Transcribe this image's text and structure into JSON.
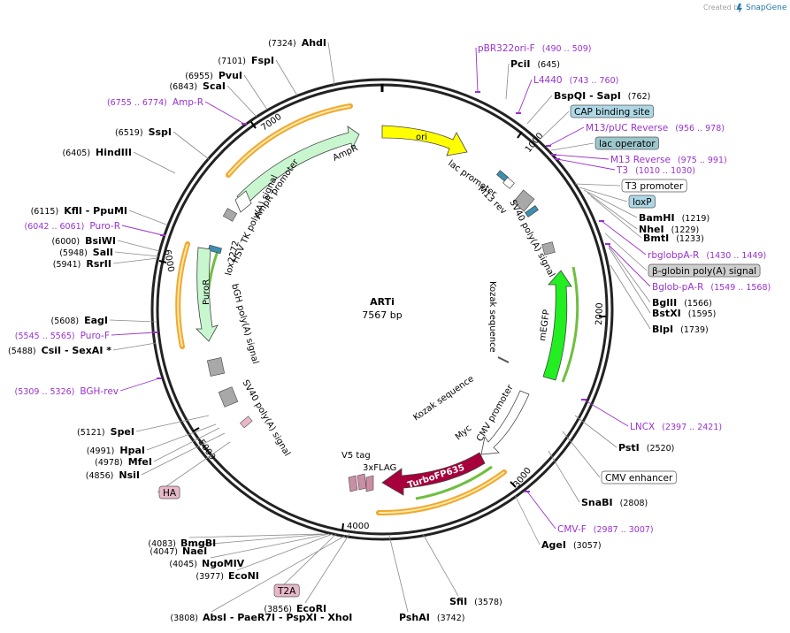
{
  "header": {
    "credit_prefix": "Created by",
    "credit_brand": "SnapGene"
  },
  "plasmid": {
    "name": "ARTi",
    "length": "7567 bp"
  },
  "ticks": [
    "1000",
    "2000",
    "3000",
    "4000",
    "5000",
    "6000",
    "7000"
  ],
  "features": {
    "ori": "ori",
    "lac_promoter": "lac promoter",
    "m13_rev": "M13 rev",
    "sv40_polya_right": "SV40 poly(A) signal",
    "kozak_top": "Kozak sequence",
    "megfp": "mEGFP",
    "cmv_promoter": "CMV promoter",
    "myc": "Myc",
    "kozak_bottom": "Kozak sequence",
    "turbofp": "TurboFP635",
    "flag": "3xFLAG",
    "v5": "V5 tag",
    "sv40_polya_left": "SV40 poly(A) signal",
    "bgh": "bGH poly(A) signal",
    "puror": "PuroR",
    "lox2272": "lox2272",
    "hsv_tk": "HSV TK poly(A) signal",
    "ampr_promoter": "AmpR promoter",
    "ampr": "AmpR"
  },
  "right_labels": [
    {
      "kind": "purple",
      "name": "pBR322ori-F",
      "pos": "(490 .. 509)"
    },
    {
      "kind": "site",
      "name": "PciI",
      "pos": "(645)"
    },
    {
      "kind": "purple",
      "name": "L4440",
      "pos": "(743 .. 760)"
    },
    {
      "kind": "site",
      "name": "BspQI  - SapI",
      "pos": "(762)"
    },
    {
      "kind": "box",
      "name": "CAP binding site",
      "fill": "#aed8e6"
    },
    {
      "kind": "purple",
      "name": "M13/pUC Reverse",
      "pos": "(956 .. 978)"
    },
    {
      "kind": "box",
      "name": "lac operator",
      "fill": "#9cc7cc"
    },
    {
      "kind": "purple",
      "name": "M13 Reverse",
      "pos": "(975 .. 991)"
    },
    {
      "kind": "purple",
      "name": "T3",
      "pos": "(1010 .. 1030)"
    },
    {
      "kind": "box",
      "name": "T3 promoter",
      "fill": "#ffffff"
    },
    {
      "kind": "box",
      "name": "loxP",
      "fill": "#aed8e6"
    },
    {
      "kind": "site",
      "name": "BamHI",
      "pos": "(1219)"
    },
    {
      "kind": "site",
      "name": "NheI",
      "pos": "(1229)"
    },
    {
      "kind": "site",
      "name": "BmtI",
      "pos": "(1233)"
    },
    {
      "kind": "purple",
      "name": "rbglobpA-R",
      "pos": "(1430 .. 1449)"
    },
    {
      "kind": "box",
      "name": "β-globin poly(A) signal",
      "fill": "#cfcfcf"
    },
    {
      "kind": "purple",
      "name": "Bglob-pA-R",
      "pos": "(1549 .. 1568)"
    },
    {
      "kind": "site",
      "name": "BglII",
      "pos": "(1566)"
    },
    {
      "kind": "site",
      "name": "BstXI",
      "pos": "(1595)"
    },
    {
      "kind": "site",
      "name": "BlpI",
      "pos": "(1739)"
    },
    {
      "kind": "purple",
      "name": "LNCX",
      "pos": "(2397 .. 2421)"
    },
    {
      "kind": "site",
      "name": "PstI",
      "pos": "(2520)"
    },
    {
      "kind": "box",
      "name": "CMV enhancer",
      "fill": "#ffffff"
    },
    {
      "kind": "site",
      "name": "SnaBI",
      "pos": "(2808)"
    },
    {
      "kind": "purple",
      "name": "CMV-F",
      "pos": "(2987 .. 3007)"
    },
    {
      "kind": "site",
      "name": "AgeI",
      "pos": "(3057)"
    }
  ],
  "bottom_labels": [
    {
      "kind": "site",
      "name": "SfiI",
      "pos": "(3578)"
    },
    {
      "kind": "site",
      "name": "PshAI",
      "pos": "(3742)"
    },
    {
      "kind": "site",
      "name": "EcoRI",
      "pos": "(3856)"
    },
    {
      "kind": "site",
      "name": "AbsI  - PaeR7I  - PspXI  - XhoI",
      "pos": "(3808)"
    },
    {
      "kind": "box",
      "name": "T2A",
      "fill": "#e7b8c8"
    },
    {
      "kind": "site",
      "name": "EcoNI",
      "pos": "(3977)"
    },
    {
      "kind": "site",
      "name": "NgoMIV",
      "pos": "(4045)"
    },
    {
      "kind": "site",
      "name": "NaeI",
      "pos": "(4047)"
    },
    {
      "kind": "site",
      "name": "BmgBI",
      "pos": "(4083)"
    }
  ],
  "left_labels": [
    {
      "kind": "box",
      "name": "HA",
      "fill": "#e7b8c8"
    },
    {
      "kind": "site",
      "name": "NsiI",
      "pos": "(4856)"
    },
    {
      "kind": "site",
      "name": "MfeI",
      "pos": "(4978)"
    },
    {
      "kind": "site",
      "name": "HpaI",
      "pos": "(4991)"
    },
    {
      "kind": "site",
      "name": "SpeI",
      "pos": "(5121)"
    },
    {
      "kind": "purple",
      "name": "BGH-rev",
      "pos": "(5309 .. 5326)"
    },
    {
      "kind": "site",
      "name": "CsiI  - SexAI *",
      "pos": "(5488)"
    },
    {
      "kind": "purple",
      "name": "Puro-F",
      "pos": "(5545 .. 5565)"
    },
    {
      "kind": "site",
      "name": "EagI",
      "pos": "(5608)"
    },
    {
      "kind": "site",
      "name": "RsrII",
      "pos": "(5941)"
    },
    {
      "kind": "site",
      "name": "SalI",
      "pos": "(5948)"
    },
    {
      "kind": "site",
      "name": "BsiWI",
      "pos": "(6000)"
    },
    {
      "kind": "purple",
      "name": "Puro-R",
      "pos": "(6042 .. 6061)"
    },
    {
      "kind": "site",
      "name": "KflI  - PpuMI",
      "pos": "(6115)"
    },
    {
      "kind": "site",
      "name": "HindIII",
      "pos": "(6405)"
    },
    {
      "kind": "site",
      "name": "SspI",
      "pos": "(6519)"
    },
    {
      "kind": "purple",
      "name": "Amp-R",
      "pos": "(6755 .. 6774)"
    },
    {
      "kind": "site",
      "name": "ScaI",
      "pos": "(6843)"
    },
    {
      "kind": "site",
      "name": "PvuI",
      "pos": "(6955)"
    },
    {
      "kind": "site",
      "name": "FspI",
      "pos": "(7101)"
    },
    {
      "kind": "site",
      "name": "AhdI",
      "pos": "(7324)"
    }
  ],
  "colors": {
    "ori": "#ffff00",
    "megfp": "#22ee22",
    "turbofp": "#a8003c",
    "ampr": "#c8f7cf",
    "puror": "#c8f7cf",
    "primer": "#9932cc",
    "orf_track": "#f0a830",
    "orf_inner": "#6fbf3f",
    "grey_feature": "#a8a8a8",
    "lox": "#3d8fb0"
  }
}
